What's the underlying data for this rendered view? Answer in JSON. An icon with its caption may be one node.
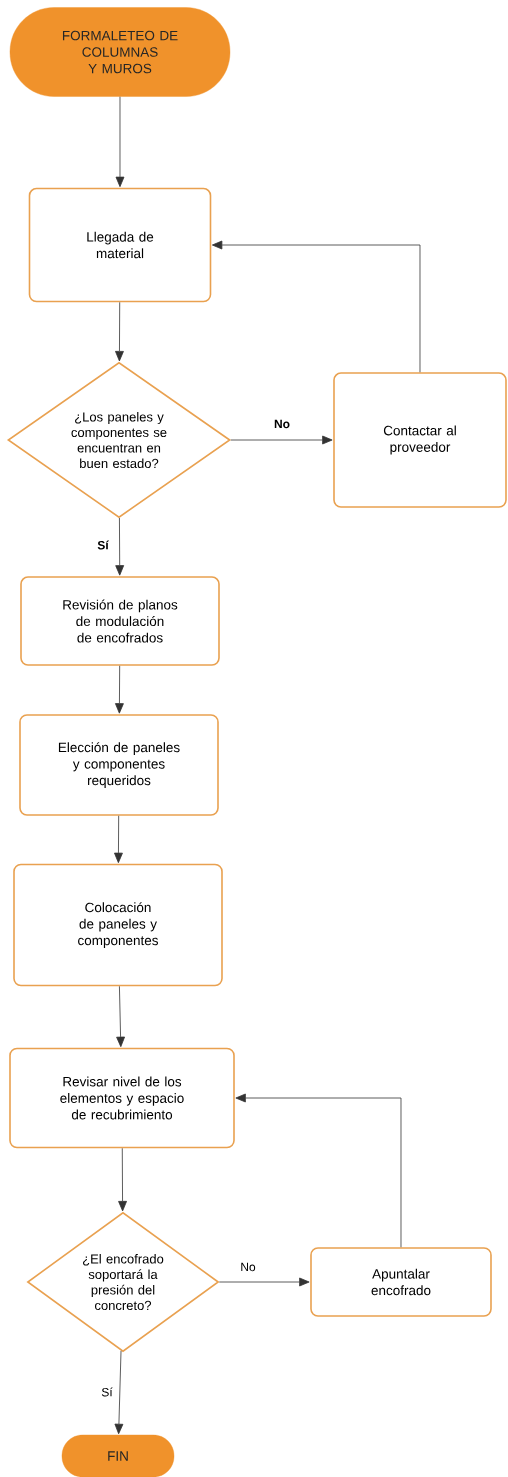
{
  "diagram": {
    "nodes": [
      {
        "text": [
          "FORMALETEO DE COLUMNAS Y MUROS"
        ]
      },
      {
        "text": [
          "Llegada de material"
        ]
      },
      {
        "text": [
          "¿Los paneles y componentes se encuentran en buen estado?"
        ]
      },
      {
        "text": [
          "Contactar al proveedor"
        ]
      },
      {
        "text": [
          "Revisión de planos de modulación de encofrados"
        ]
      },
      {
        "text": [
          "Elección de paneles y componentes requeridos"
        ]
      },
      {
        "text": [
          "Colocación de paneles y componentes"
        ]
      },
      {
        "text": [
          "Revisar nivel de los elementos y espacio de recubrimiento"
        ]
      },
      {
        "text": [
          "¿El encofrado soportará la presión del concreto?"
        ]
      },
      {
        "text": [
          "Apuntalar encofrado"
        ]
      },
      {
        "text": [
          "FIN"
        ]
      }
    ],
    "edges": [
      {
        "from": 0,
        "to": 1,
        "arrow": "to"
      },
      {
        "from": 1,
        "to": 2,
        "arrow": "to"
      },
      {
        "from": 2,
        "to": 3,
        "arrow": "to",
        "label": "No"
      },
      {
        "from": 3,
        "to": 1,
        "arrow": "to"
      },
      {
        "from": 2,
        "to": 4,
        "arrow": "to",
        "label": "Sí"
      },
      {
        "from": 4,
        "to": 5,
        "arrow": "to"
      },
      {
        "from": 5,
        "to": 6,
        "arrow": "to"
      },
      {
        "from": 6,
        "to": 7,
        "arrow": "to"
      },
      {
        "from": 7,
        "to": 8,
        "arrow": "to"
      },
      {
        "from": 8,
        "to": 9,
        "arrow": "to",
        "label": "No"
      },
      {
        "from": 9,
        "to": 7,
        "arrow": "to"
      },
      {
        "from": 8,
        "to": 10,
        "arrow": "to",
        "label": "Sí"
      }
    ]
  }
}
